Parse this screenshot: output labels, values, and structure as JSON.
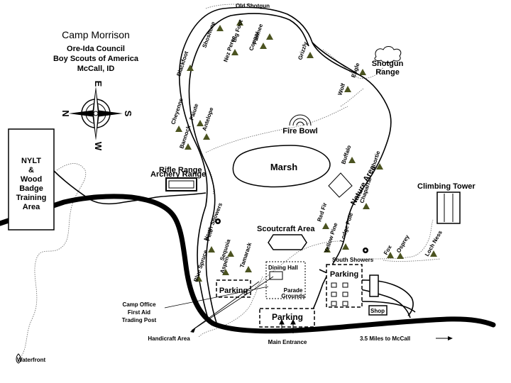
{
  "header": {
    "title": "Camp  Morrison",
    "subtitle_lines": [
      "Ore-Ida Council",
      "Boy Scouts of America",
      "McCall, ID"
    ]
  },
  "compass": {
    "n": "N",
    "e": "E",
    "s": "S",
    "w": "W"
  },
  "side_box": {
    "lines": [
      "NYLT",
      "&",
      "Wood",
      "Badge",
      "Training",
      "Area"
    ]
  },
  "labels": {
    "old_shotgun": "Old Shotgun",
    "shotgun_range": [
      "Shotgun",
      "Range"
    ],
    "fire_bowl": "Fire Bowl",
    "marsh": "Marsh",
    "rifle_range": "Rifle Range",
    "archery_range": "Archery Range",
    "nature_area": "Nature Area",
    "climbing_tower": "Climbing Tower",
    "scoutcraft_area": "Scoutcraft Area",
    "north_showers": "North Showers",
    "south_showers": "South Showers",
    "dining_hall": "Dining Hall",
    "parade_grounds": [
      "Parade",
      "Grounds"
    ],
    "parking_left": "Parking",
    "parking_right": "Parking",
    "parking_bottom": "Parking",
    "shop": "Shop",
    "camp_office": [
      "Camp Office",
      "First Aid",
      "Trading Post"
    ],
    "handicraft_area": "Handicraft Area",
    "main_entrance": "Main Entrance",
    "to_mccall": "3.5 Miles to McCall",
    "waterfront": "Waterfront"
  },
  "campsites": {
    "shoshone": "Shoshone",
    "big_foot": "Big Foot",
    "pawnee": "Pawnee",
    "nez_perce": "Nez Perce",
    "cougar": "Cougar",
    "grizzly": "Grizzly",
    "blackfoot": "Blackfoot",
    "eagle": "Eagle",
    "wolf": "Wolf",
    "cheyenne": "Cheyenne",
    "paiute": "Paiute",
    "antelope": "Antelope",
    "bannock": "Bannock",
    "buffalo": "Buffalo",
    "shortie": "Shortie",
    "chaparral": "Chaparral",
    "red_fir": "Red Fir",
    "yellow_pine": "Yellow Pine",
    "lodge_pole": "Lodge Pole",
    "fox": "Fox",
    "osprey": "Osprey",
    "loch_ness": "Loch Ness",
    "pine": "Pine",
    "blue_spruce": "Blue Spruce",
    "sequoia": "Sequoia",
    "aspen": "Aspen",
    "tamarack": "Tamarack"
  }
}
